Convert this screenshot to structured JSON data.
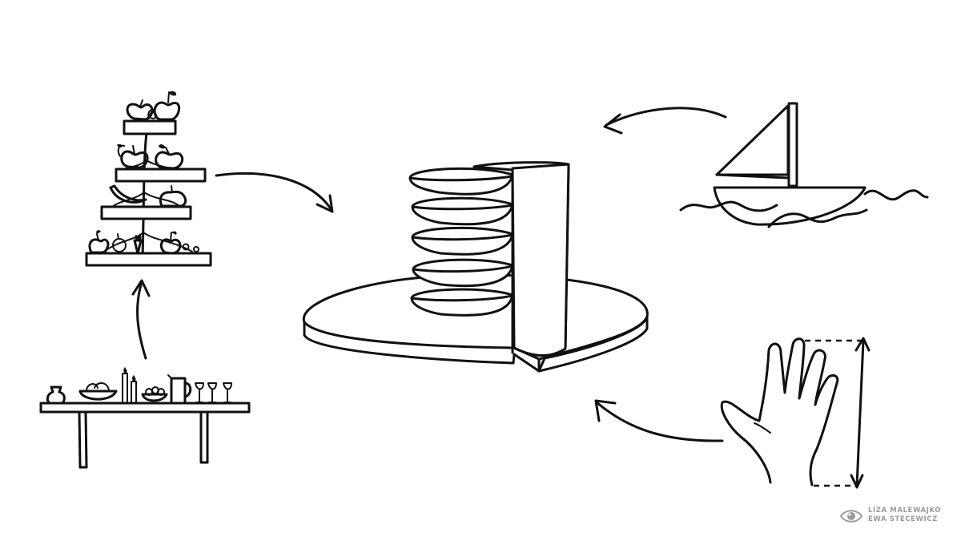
{
  "illustration": {
    "elements": [
      "fruit-stand",
      "table-with-dishes",
      "plate-tower",
      "sailboat",
      "hand-with-measurement"
    ]
  },
  "credits": {
    "line1": "LIZA MALEWAJKO",
    "line2": "EWA STECEWICZ"
  },
  "colors": {
    "ink": "#111111",
    "credit_text": "#9a9a9a",
    "background": "#ffffff"
  }
}
